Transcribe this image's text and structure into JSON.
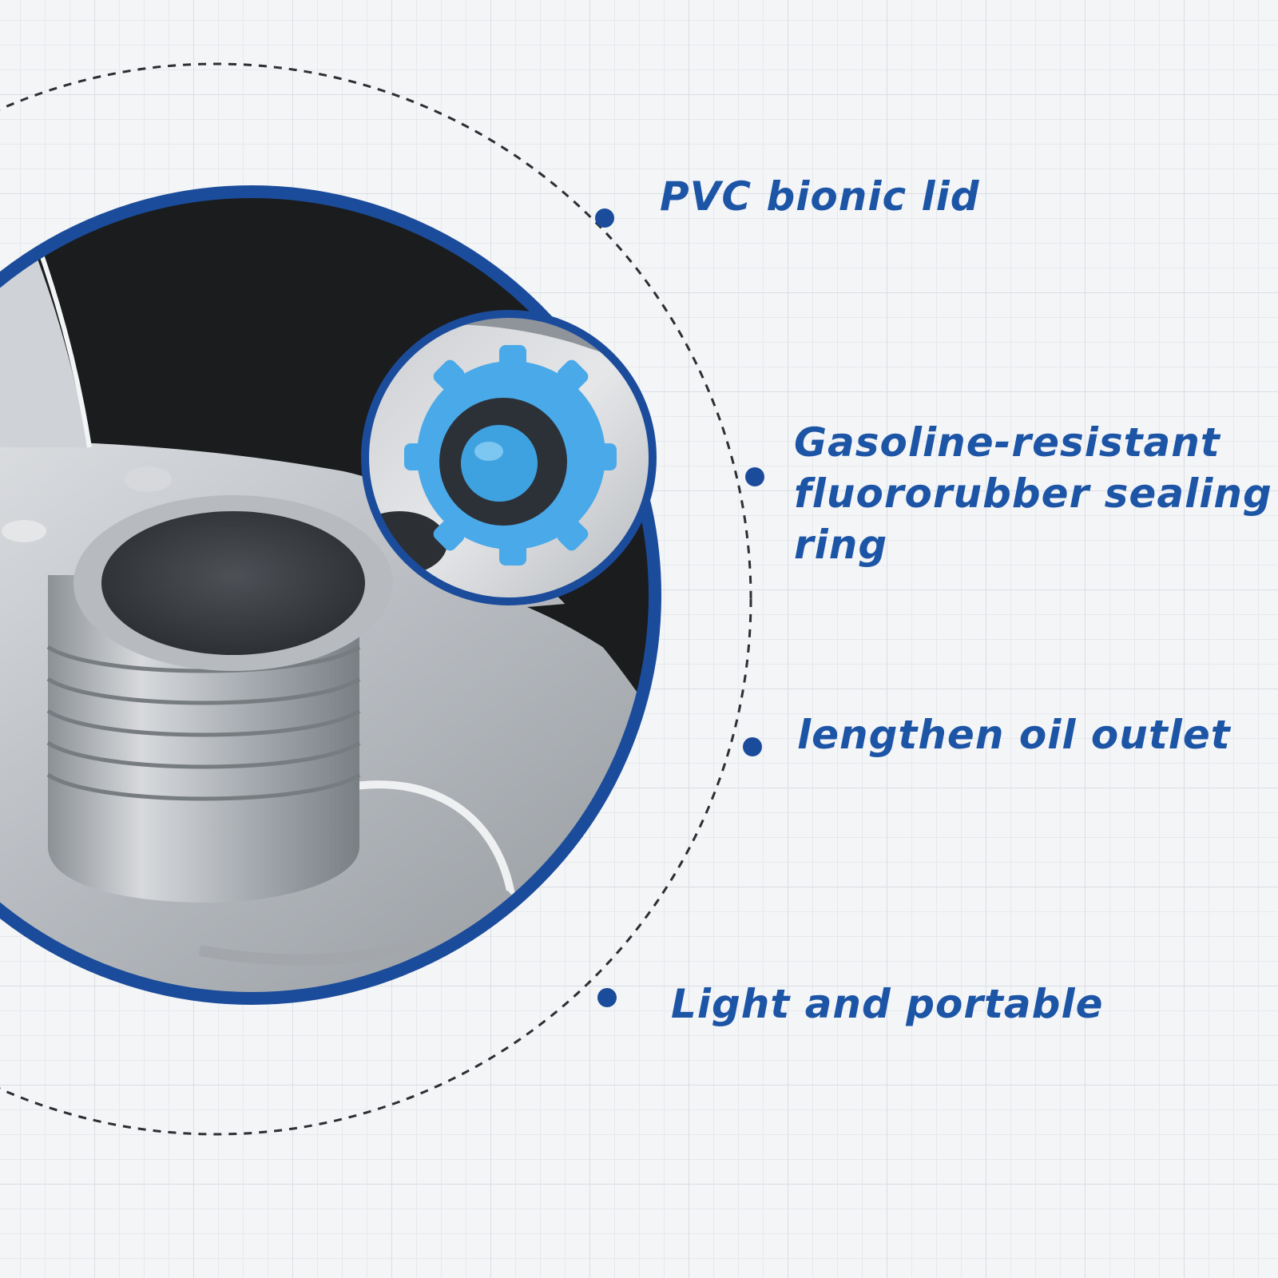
{
  "colors": {
    "accent": "#1d55a6",
    "frame_blue": "#1b4c9b",
    "cap_blue": "#4aa9e8",
    "background": "#f4f5f7"
  },
  "features": [
    {
      "label": "PVC bionic lid"
    },
    {
      "label": "Gasoline-resistant fluororubber sealing ring"
    },
    {
      "label": "lengthen oil outlet"
    },
    {
      "label": "Light and portable"
    }
  ]
}
